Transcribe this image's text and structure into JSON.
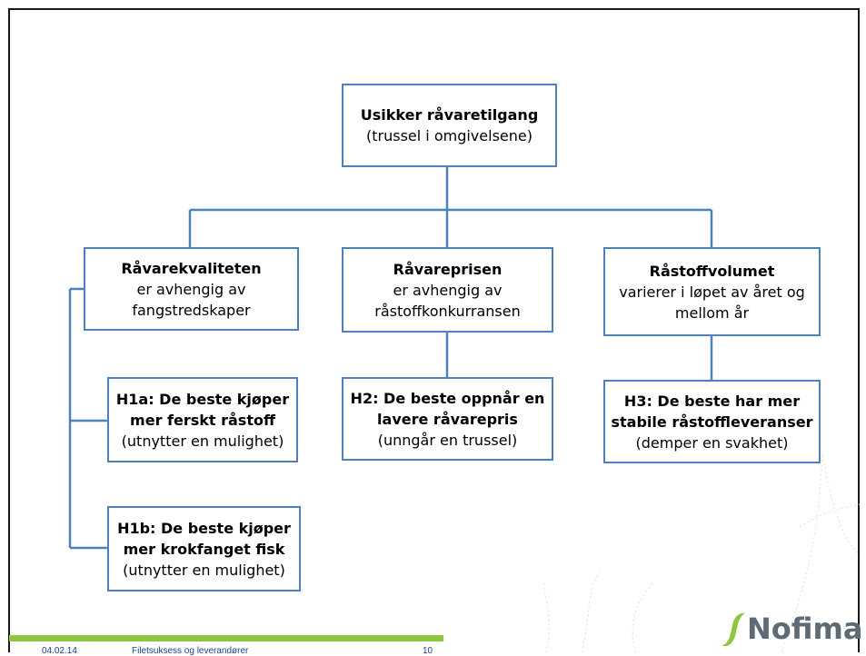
{
  "root": {
    "title": "Usikker råvaretilgang",
    "lines": [
      "(trussel i omgivelsene)"
    ]
  },
  "factors": [
    {
      "title": "Råvarekvaliteten",
      "lines": [
        "er avhengig av",
        "fangstredskaper"
      ]
    },
    {
      "title": "Råvareprisen",
      "lines": [
        "er avhengig av",
        "råstoffkonkurransen"
      ]
    },
    {
      "title": "Råstoffvolumet",
      "lines": [
        "varierer i løpet av året og",
        "mellom år"
      ]
    }
  ],
  "hypotheses": [
    {
      "title_lines": [
        "H1a: De beste kjøper",
        "mer ferskt råstoff"
      ],
      "note": "(utnytter en mulighet)"
    },
    {
      "title_lines": [
        "H2: De beste oppnår en",
        "lavere råvarepris"
      ],
      "note": "(unngår en trussel)"
    },
    {
      "title_lines": [
        "H3: De beste har mer",
        "stabile råstoffleveranser"
      ],
      "note": "(demper en svakhet)"
    },
    {
      "title_lines": [
        "H1b: De beste kjøper",
        "mer krokfanget fisk"
      ],
      "note": "(utnytter en mulighet)"
    }
  ],
  "footer": {
    "date": "04.02.14",
    "title": "Filetsuksess og leverandører",
    "page": "10"
  },
  "logo": {
    "text": "Nofima",
    "icon": "nofima-swoosh-icon"
  },
  "colors": {
    "box_border": "#4f81bd",
    "connector": "#4f81bd",
    "footer_bar": "#8dc63f",
    "footer_text": "#1f3f8f",
    "logo_text": "#5e6b74"
  }
}
